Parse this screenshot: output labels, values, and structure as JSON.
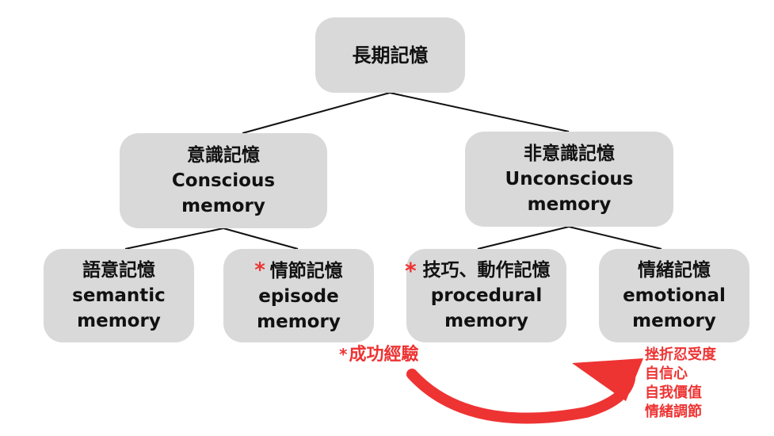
{
  "root": {
    "zh": "長期記憶"
  },
  "conscious": {
    "zh": "意識記憶",
    "en_line1": "Conscious",
    "en_line2": "memory"
  },
  "unconscious": {
    "zh": "非意識記憶",
    "en_line1": "Unconscious",
    "en_line2": "memory"
  },
  "semantic": {
    "zh": "語意記憶",
    "en_line1": "semantic",
    "en_line2": "memory"
  },
  "episode": {
    "star": "*",
    "zh": "情節記憶",
    "en_line1": "episode",
    "en_line2": "memory"
  },
  "procedural": {
    "star": "*",
    "zh": "技巧、動作記憶",
    "en_line1": "procedural",
    "en_line2": "memory"
  },
  "emotional": {
    "zh": "情緒記憶",
    "en_line1": "emotional",
    "en_line2": "memory"
  },
  "annotation": {
    "star": "*",
    "success": "成功經驗",
    "outcomes": [
      "挫折忍受度",
      "自信心",
      "自我價值",
      "情緒調節"
    ]
  },
  "colors": {
    "node_fill": "#d9d9d9",
    "accent_red": "#ee3333",
    "line": "#111111"
  }
}
